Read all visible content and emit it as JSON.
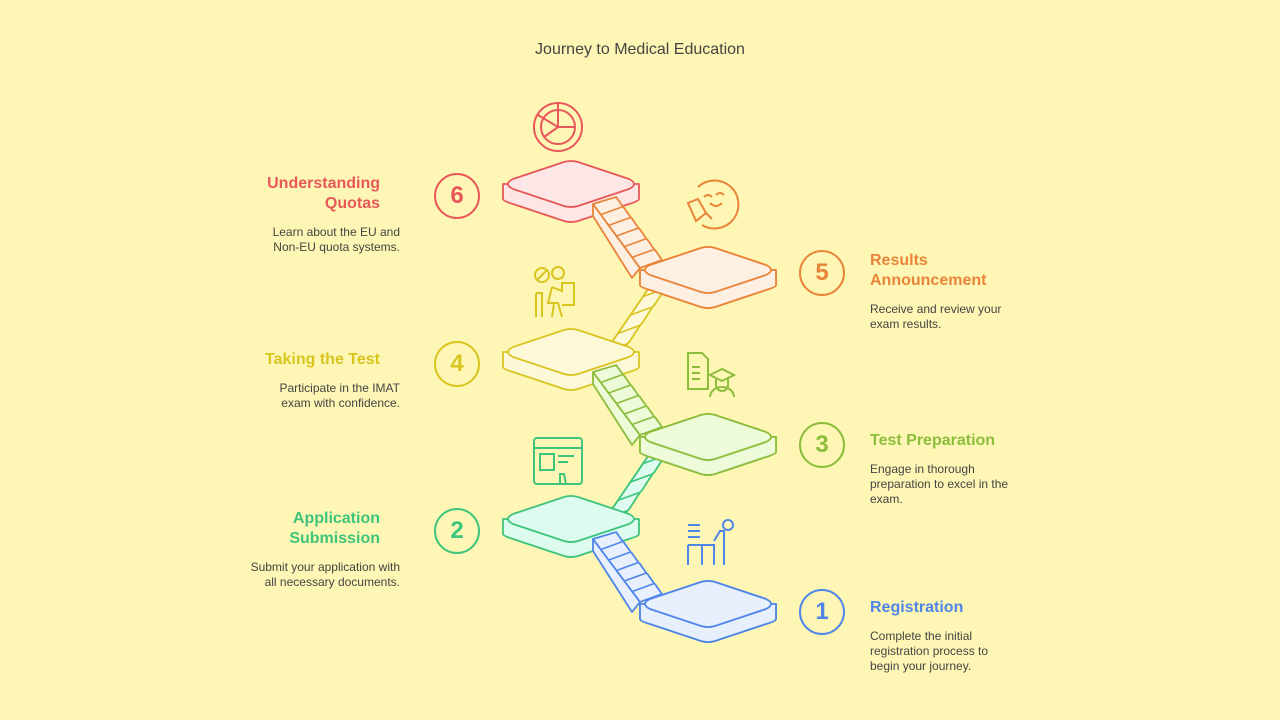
{
  "title": "Journey to Medical Education",
  "steps": [
    {
      "number": "1",
      "title": "Registration",
      "description": "Complete the initial registration process to begin your journey.",
      "color": "#4f86e8",
      "fill": "#e8f0fe",
      "icon": "desk-person-icon"
    },
    {
      "number": "2",
      "title": "Application Submission",
      "description": "Submit your application with all necessary documents.",
      "color": "#3ec47c",
      "fill": "#ddfbef",
      "icon": "browser-profile-icon"
    },
    {
      "number": "3",
      "title": "Test Preparation",
      "description": "Engage in thorough preparation to excel in the exam.",
      "color": "#8cbd3c",
      "fill": "#eefbd9",
      "icon": "document-graduate-icon"
    },
    {
      "number": "4",
      "title": "Taking the Test",
      "description": "Participate in the IMAT exam with confidence.",
      "color": "#d8c520",
      "fill": "#fdf8d8",
      "icon": "test-taker-icon"
    },
    {
      "number": "5",
      "title": "Results Announcement",
      "description": "Receive and review your exam results.",
      "color": "#e8853a",
      "fill": "#fdefe2",
      "icon": "happy-face-document-icon"
    },
    {
      "number": "6",
      "title": "Understanding Quotas",
      "description": "Learn about the EU and Non-EU quota systems.",
      "color": "#e8585a",
      "fill": "#fde6e6",
      "icon": "pie-chart-icon"
    }
  ]
}
